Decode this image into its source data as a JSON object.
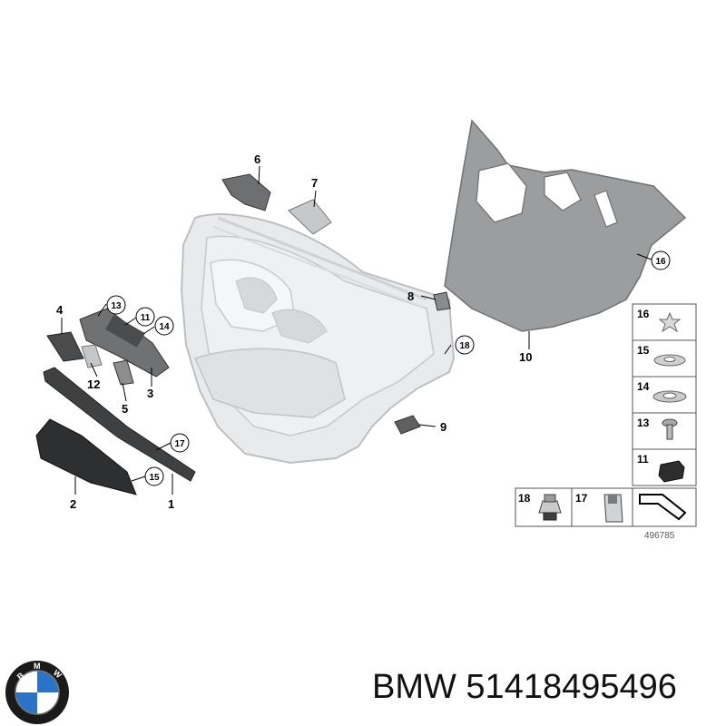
{
  "callouts": {
    "c1": "1",
    "c2": "2",
    "c3": "3",
    "c4": "4",
    "c5": "5",
    "c6": "6",
    "c7": "7",
    "c8": "8",
    "c9": "9",
    "c10": "10",
    "c11": "11",
    "c12": "12",
    "c13": "13",
    "c14": "14",
    "c15": "15",
    "c16": "16",
    "c17": "17",
    "c18": "18"
  },
  "legend": {
    "l16": "16",
    "l15": "15",
    "l14": "14",
    "l13": "13",
    "l11": "11",
    "l18": "18",
    "l17": "17"
  },
  "diagram_id": "496785",
  "footer": {
    "brand": "BMW",
    "part_number": "51418495496",
    "text": "BMW 51418495496"
  },
  "logo": {
    "letters": "BMW",
    "colors": {
      "blue": "#2a73c6",
      "white": "#ffffff",
      "ring": "#1a1a1a"
    }
  },
  "colors": {
    "panel": "#e7e9eb",
    "panel_outline": "#b9bdc1",
    "membrane": "#9a9b9c",
    "trim_dark": "#4a4b4d",
    "line": "#000000"
  }
}
